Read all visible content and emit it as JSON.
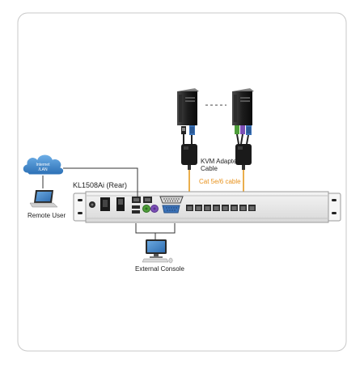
{
  "diagram": {
    "device_label": "KL1508Ai (Rear)",
    "cloud_line1": "Internet",
    "cloud_line2": "/LAN",
    "remote_user_label": "Remote User",
    "external_console_label": "External Console",
    "adapter_label_line1": "KVM Adapter",
    "adapter_label_line2": "Cable",
    "cable_label": "Cat 5e/6 cable"
  },
  "colors": {
    "frame_border": "#c8c8c8",
    "cable_orange": "#e59a1f",
    "cable_label_orange": "#e8911a",
    "cloud_blue": "#3f86c9",
    "vga_blue": "#3b72b8",
    "ps2_purple": "#7c4fb5",
    "ps2_green": "#4e9e3a",
    "device_gray": "#e8e8e8",
    "dark": "#1e1e1e"
  }
}
